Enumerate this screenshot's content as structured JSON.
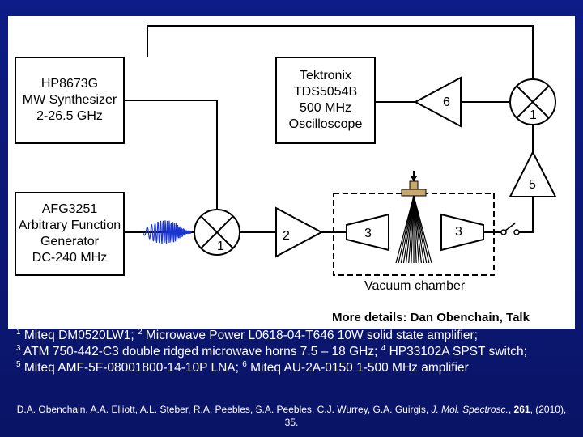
{
  "diagram": {
    "synthesizer": {
      "lines": [
        "HP8673G",
        "MW Synthesizer",
        "2-26.5 GHz"
      ]
    },
    "oscilloscope": {
      "lines": [
        "Tektronix",
        "TDS5054B",
        "500 MHz",
        "Oscilloscope"
      ]
    },
    "awg": {
      "lines": [
        "AFG3251",
        "Arbitrary Function",
        "Generator",
        "DC-240 MHz"
      ]
    },
    "labels": {
      "mixer_lower": "1",
      "mixer_upper": "1",
      "amplifier_power": "2",
      "horn_left": "3",
      "horn_right": "3",
      "amplifier_lna": "5",
      "amplifier_if": "6"
    },
    "vacuum_chamber_label": "Vacuum chamber",
    "more_details": "More details: Dan Obenchain, Talk"
  },
  "footnotes": [
    {
      "text": "Miteq DM0520LW1; ",
      "sup": "1"
    },
    {
      "text": "Microwave Power L0618-04-T646 10W solid state amplifier;",
      "sup": "2"
    },
    {
      "text": "ATM 750-442-C3 double ridged microwave horns 7.5 – 18 GHz; ",
      "sup": "3"
    },
    {
      "text": "HP33102A SPST switch;",
      "sup": "4"
    },
    {
      "text": "Miteq AMF-5F-08001800-14-10P LNA; ",
      "sup": "5"
    },
    {
      "text": "Miteq AU-2A-0150 1-500 MHz amplifier",
      "sup": "6"
    }
  ],
  "citation": {
    "authors": "D.A. Obenchain, A.A. Elliott, A.L. Steber, R.A. Peebles, S.A. Peebles, C.J. Wurrey, G.A. Guirgis, ",
    "journal": "J. Mol. Spectrosc.",
    "volume": "261",
    "rest": ", (2010), 35."
  },
  "colors": {
    "background": "#0a1466",
    "panel": "#ffffff",
    "signal": "#1a35d0",
    "text": "#ffffff"
  }
}
